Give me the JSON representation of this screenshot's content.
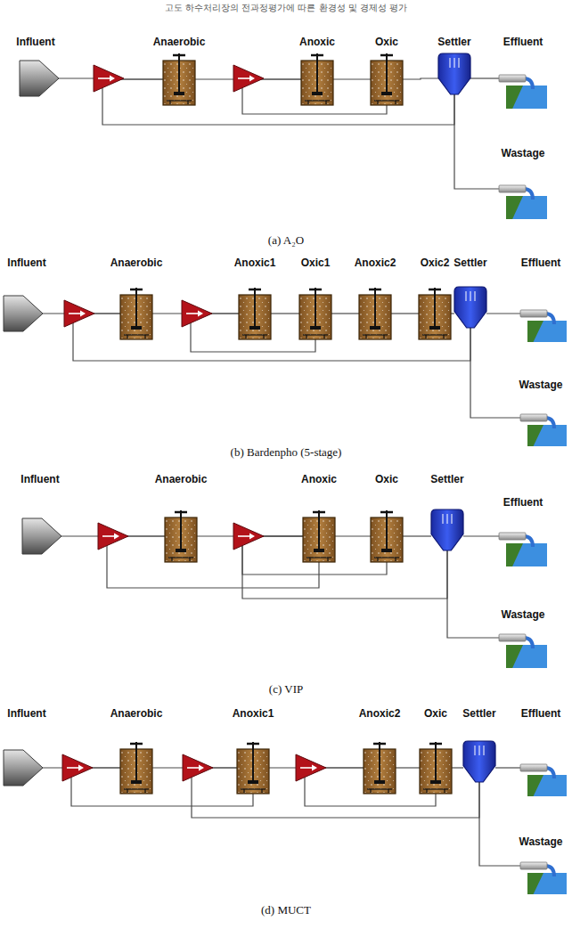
{
  "diagram": {
    "title": "고도 하수처리장의 전과정평가에 따른 환경성 및 경제성 평가",
    "nodes": [
      {
        "text": [
          "Influent"
        ]
      },
      {
        "text": [
          "Anaerobic"
        ]
      },
      {
        "text": [
          "Anoxic"
        ]
      },
      {
        "text": [
          "Oxic"
        ]
      },
      {
        "text": [
          "Settler"
        ]
      },
      {
        "text": [
          "Effluent"
        ]
      },
      {
        "text": [
          "Wastage"
        ]
      },
      {
        "text": [
          "Influent"
        ]
      },
      {
        "text": [
          "Anaerobic"
        ]
      },
      {
        "text": [
          "Anoxic1"
        ]
      },
      {
        "text": [
          "Oxic1"
        ]
      },
      {
        "text": [
          "Anoxic2"
        ]
      },
      {
        "text": [
          "Oxic2"
        ]
      },
      {
        "text": [
          "Settler"
        ]
      },
      {
        "text": [
          "Effluent"
        ]
      },
      {
        "text": [
          "Wastage"
        ]
      },
      {
        "text": [
          "Influent"
        ]
      },
      {
        "text": [
          "Anaerobic"
        ]
      },
      {
        "text": [
          "Anoxic"
        ]
      },
      {
        "text": [
          "Oxic"
        ]
      },
      {
        "text": [
          "Settler"
        ]
      },
      {
        "text": [
          "Effluent"
        ]
      },
      {
        "text": [
          "Wastage"
        ]
      },
      {
        "text": [
          "Influent"
        ]
      },
      {
        "text": [
          "Anaerobic"
        ]
      },
      {
        "text": [
          "Anoxic1"
        ]
      },
      {
        "text": [
          "Anoxic2"
        ]
      },
      {
        "text": [
          "Oxic"
        ]
      },
      {
        "text": [
          "Settler"
        ]
      },
      {
        "text": [
          "Effluent"
        ]
      },
      {
        "text": [
          "Wastage"
        ]
      }
    ],
    "edges": [
      {
        "from": 0,
        "to": 1,
        "arrow": "none"
      },
      {
        "from": 1,
        "to": 2,
        "arrow": "none"
      },
      {
        "from": 2,
        "to": 3,
        "arrow": "none"
      },
      {
        "from": 3,
        "to": 4,
        "arrow": "none"
      },
      {
        "from": 4,
        "to": 5,
        "arrow": "none"
      },
      {
        "from": 4,
        "to": 6,
        "arrow": "none"
      },
      {
        "from": 4,
        "to": 1,
        "arrow": "none"
      },
      {
        "from": 3,
        "to": 2,
        "arrow": "none"
      },
      {
        "from": 7,
        "to": 8,
        "arrow": "none"
      },
      {
        "from": 8,
        "to": 9,
        "arrow": "none"
      },
      {
        "from": 9,
        "to": 10,
        "arrow": "none"
      },
      {
        "from": 10,
        "to": 11,
        "arrow": "none"
      },
      {
        "from": 11,
        "to": 12,
        "arrow": "none"
      },
      {
        "from": 12,
        "to": 13,
        "arrow": "none"
      },
      {
        "from": 13,
        "to": 14,
        "arrow": "none"
      },
      {
        "from": 13,
        "to": 15,
        "arrow": "none"
      },
      {
        "from": 13,
        "to": 8,
        "arrow": "none"
      },
      {
        "from": 10,
        "to": 9,
        "arrow": "none"
      },
      {
        "from": 16,
        "to": 17,
        "arrow": "none"
      },
      {
        "from": 17,
        "to": 18,
        "arrow": "none"
      },
      {
        "from": 18,
        "to": 19,
        "arrow": "none"
      },
      {
        "from": 19,
        "to": 20,
        "arrow": "none"
      },
      {
        "from": 20,
        "to": 21,
        "arrow": "none"
      },
      {
        "from": 20,
        "to": 22,
        "arrow": "none"
      },
      {
        "from": 18,
        "to": 17,
        "arrow": "none"
      },
      {
        "from": 19,
        "to": 18,
        "arrow": "none"
      },
      {
        "from": 20,
        "to": 18,
        "arrow": "none"
      },
      {
        "from": 23,
        "to": 24,
        "arrow": "none"
      },
      {
        "from": 24,
        "to": 25,
        "arrow": "none"
      },
      {
        "from": 25,
        "to": 26,
        "arrow": "none"
      },
      {
        "from": 26,
        "to": 27,
        "arrow": "none"
      },
      {
        "from": 27,
        "to": 28,
        "arrow": "none"
      },
      {
        "from": 28,
        "to": 29,
        "arrow": "none"
      },
      {
        "from": 28,
        "to": 30,
        "arrow": "none"
      },
      {
        "from": 25,
        "to": 24,
        "arrow": "none"
      },
      {
        "from": 28,
        "to": 25,
        "arrow": "none"
      },
      {
        "from": 27,
        "to": 26,
        "arrow": "none"
      }
    ],
    "labels": [
      "(a) A₂O",
      "(b) Bardenpho (5-stage)",
      "(c) VIP",
      "(d) MUCT"
    ]
  }
}
